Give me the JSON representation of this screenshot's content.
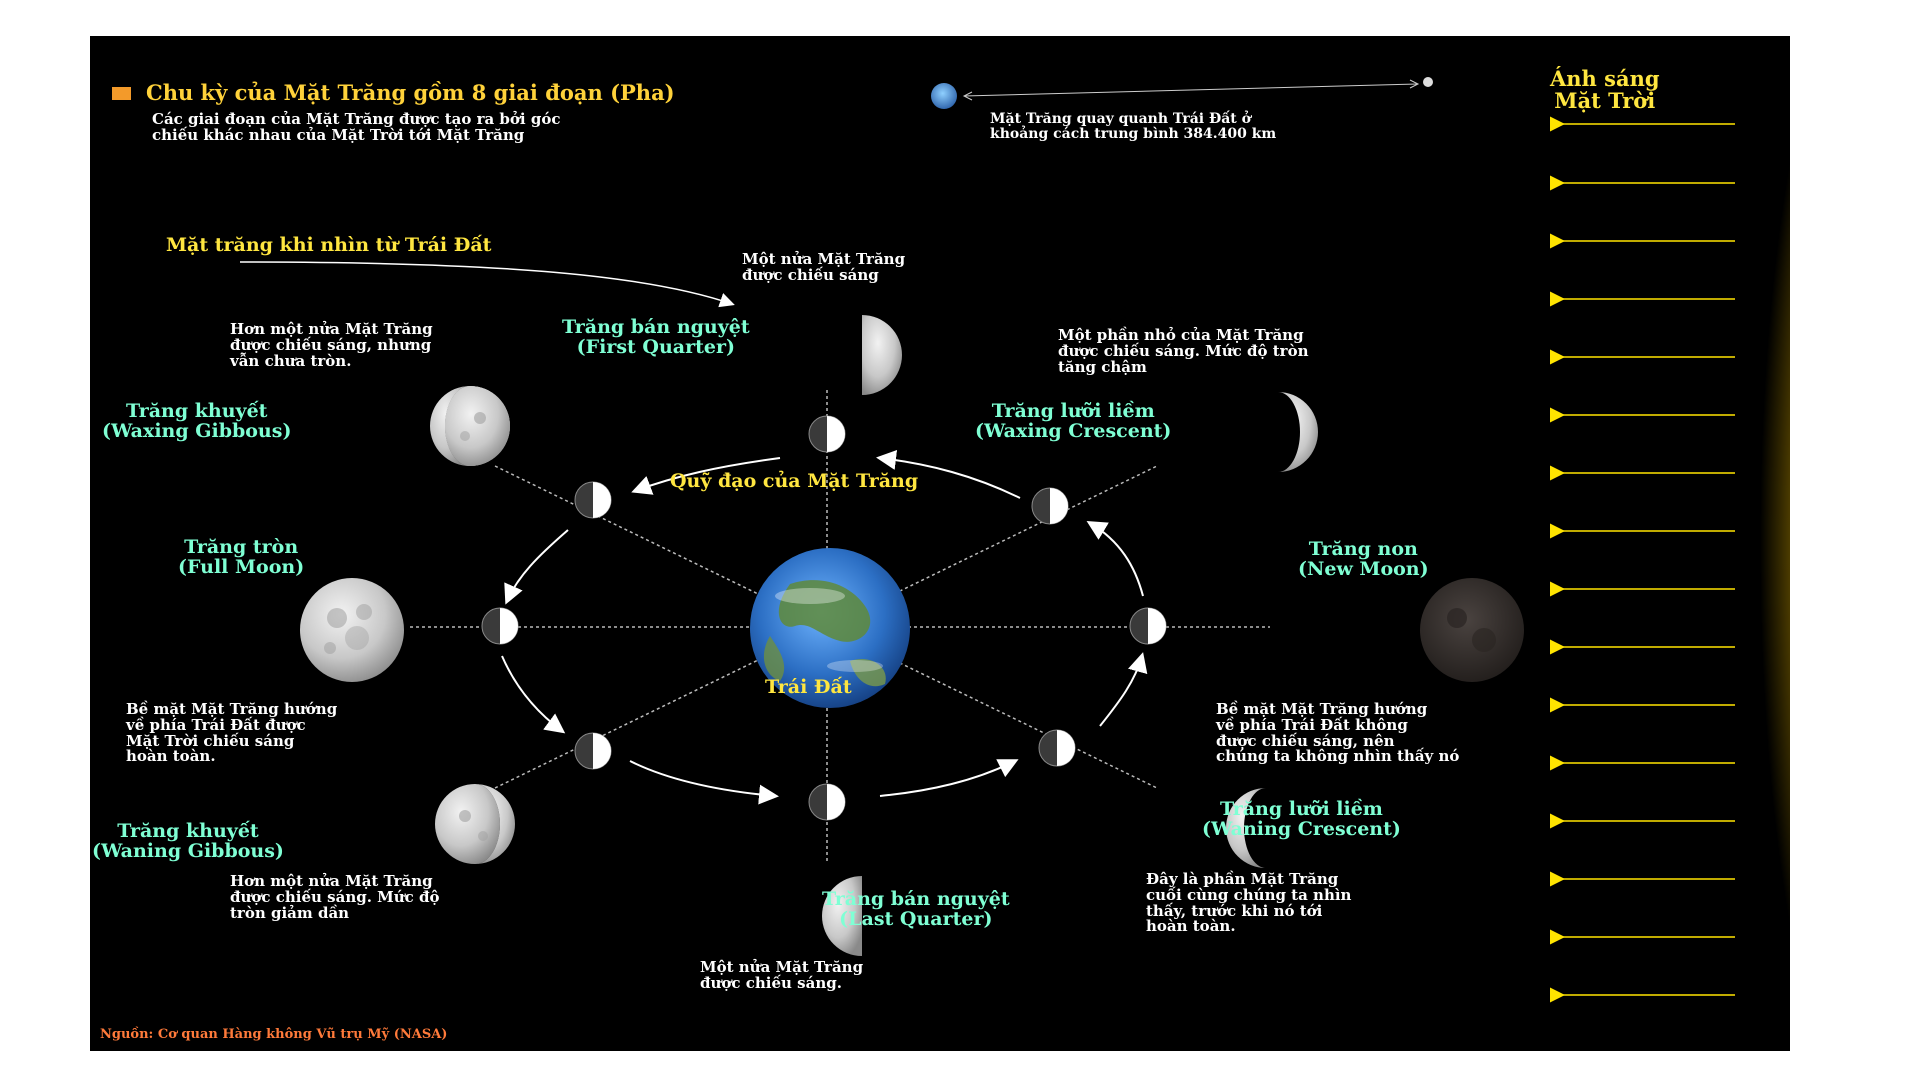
{
  "header": {
    "title": "Chu kỳ của Mặt Trăng gồm 8 giai đoạn (Pha)",
    "subtitle": "Các giai đoạn của Mặt Trăng được tạo ra bởi góc\nchiếu khác nhau của Mặt Trời tới Mặt Trăng"
  },
  "distance_note": "Mặt Trăng quay quanh Trái Đất ở\nkhoảng cách trung bình 384.400 km",
  "sun_label": "Ánh sáng\nMặt Trời",
  "view_label": "Mặt trăng khi nhìn từ Trái Đất",
  "orbit_label": "Quỹ đạo của Mặt Trăng",
  "earth_label": "Trái Đất",
  "source": "Nguồn: Cơ quan Hàng không Vũ trụ Mỹ (NASA)",
  "phases": {
    "first_quarter": {
      "name": "Trăng bán nguyệt\n(First Quarter)",
      "desc": "Một nửa Mặt Trăng\nđược chiếu sáng"
    },
    "waxing_gibbous": {
      "name": "Trăng khuyết\n(Waxing Gibbous)",
      "desc": "Hơn một nửa Mặt Trăng\nđược chiếu sáng, nhưng\nvẫn chưa tròn."
    },
    "waxing_crescent": {
      "name": "Trăng lưỡi liềm\n(Waxing Crescent)",
      "desc": "Một phần nhỏ của Mặt Trăng\nđược chiếu sáng. Mức độ tròn\ntăng chậm"
    },
    "full_moon": {
      "name": "Trăng tròn\n(Full Moon)",
      "desc": "Bề mặt Mặt Trăng hướng\nvề phía Trái Đất được\nMặt Trời chiếu sáng\nhoàn toàn."
    },
    "new_moon": {
      "name": "Trăng non\n(New Moon)",
      "desc": "Bề mặt Mặt Trăng hướng\nvề phía Trái Đất không\nđược chiếu sáng, nên\nchúng ta không nhìn thấy nó"
    },
    "waning_gibbous": {
      "name": "Trăng khuyết\n(Waning Gibbous)",
      "desc": "Hơn một nửa Mặt Trăng\nđược chiếu sáng. Mức độ\ntròn giảm dần"
    },
    "waning_crescent": {
      "name": "Trăng lưỡi liềm\n(Waning Crescent)",
      "desc": "Đây là phần Mặt Trăng\ncuối cùng chúng ta nhìn\nthấy, trước khi nó tới\nhoàn toàn."
    },
    "last_quarter": {
      "name": "Trăng bán nguyệt\n(Last Quarter)",
      "desc": "Một nửa Mặt Trăng\nđược chiếu sáng."
    }
  },
  "colors": {
    "background": "#000000",
    "title": "#ffd23a",
    "label": "#7fffd4",
    "sunlight": "#ffe400",
    "source": "#ff7a3a"
  }
}
